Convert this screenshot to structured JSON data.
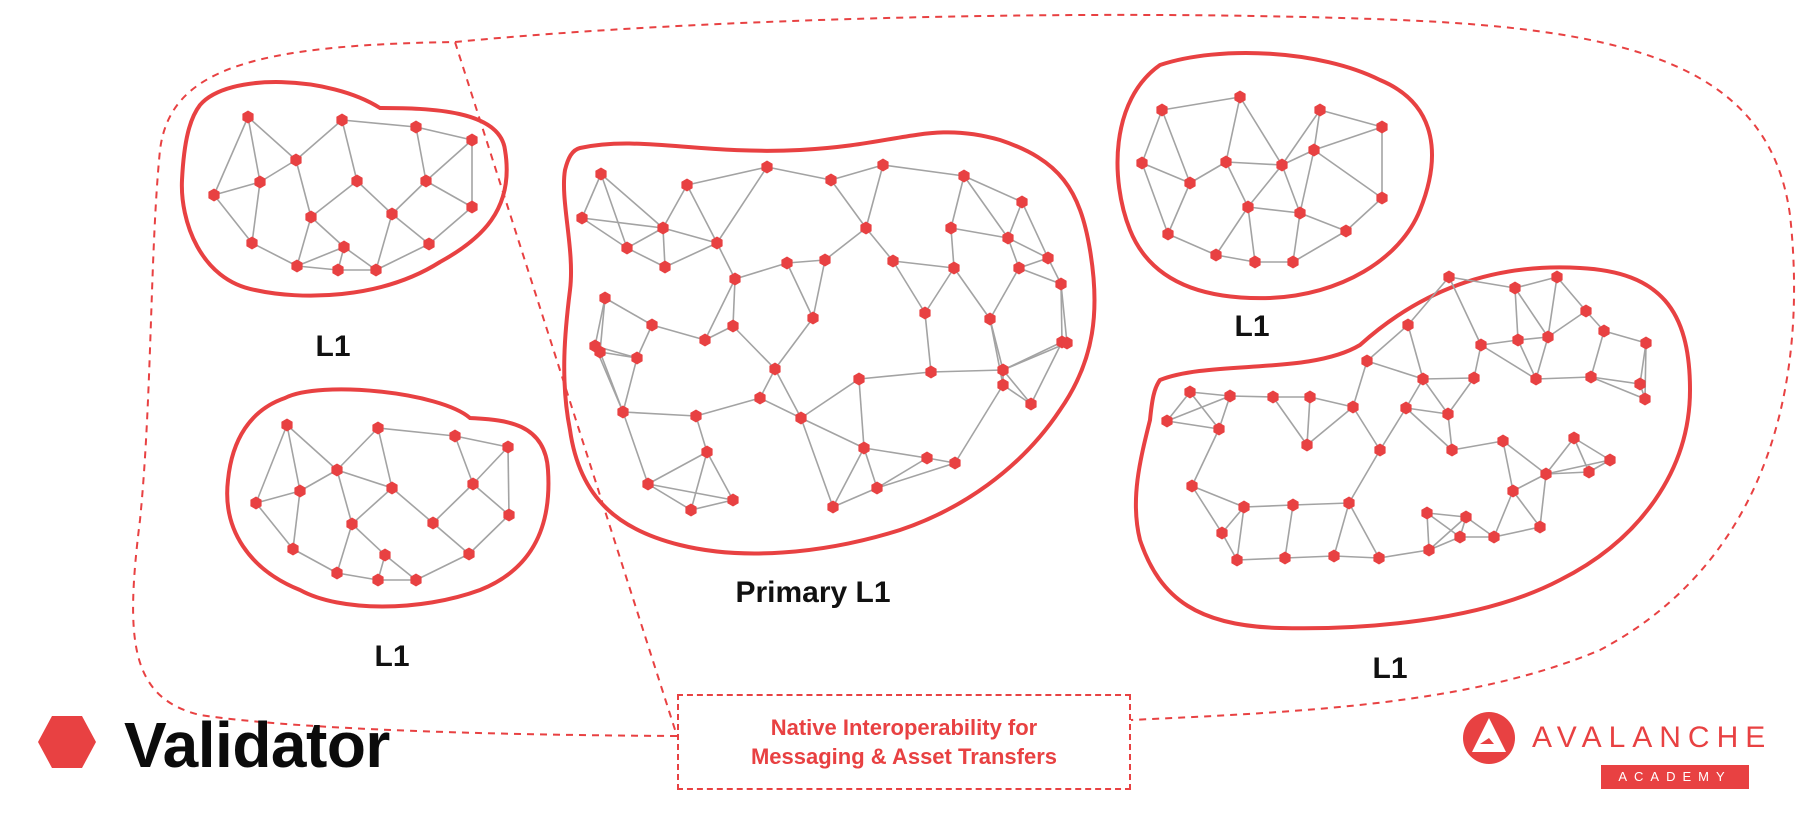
{
  "diagram": {
    "clusters": [
      {
        "id": "l1-top-left",
        "label": "L1"
      },
      {
        "id": "l1-bottom-left",
        "label": "L1"
      },
      {
        "id": "primary-l1",
        "label": "Primary L1"
      },
      {
        "id": "l1-top-right",
        "label": "L1"
      },
      {
        "id": "l1-bottom-right",
        "label": "L1"
      }
    ],
    "legend": {
      "label": "Validator"
    },
    "interop": {
      "line1": "Native Interoperability for",
      "line2": "Messaging & Asset Transfers"
    },
    "logo": {
      "wordmark": "AVALANCHE",
      "subtitle": "ACADEMY"
    },
    "colors": {
      "accent": "#e84142",
      "edge": "#a3a3a3",
      "text": "#111111",
      "background": "#ffffff"
    }
  }
}
